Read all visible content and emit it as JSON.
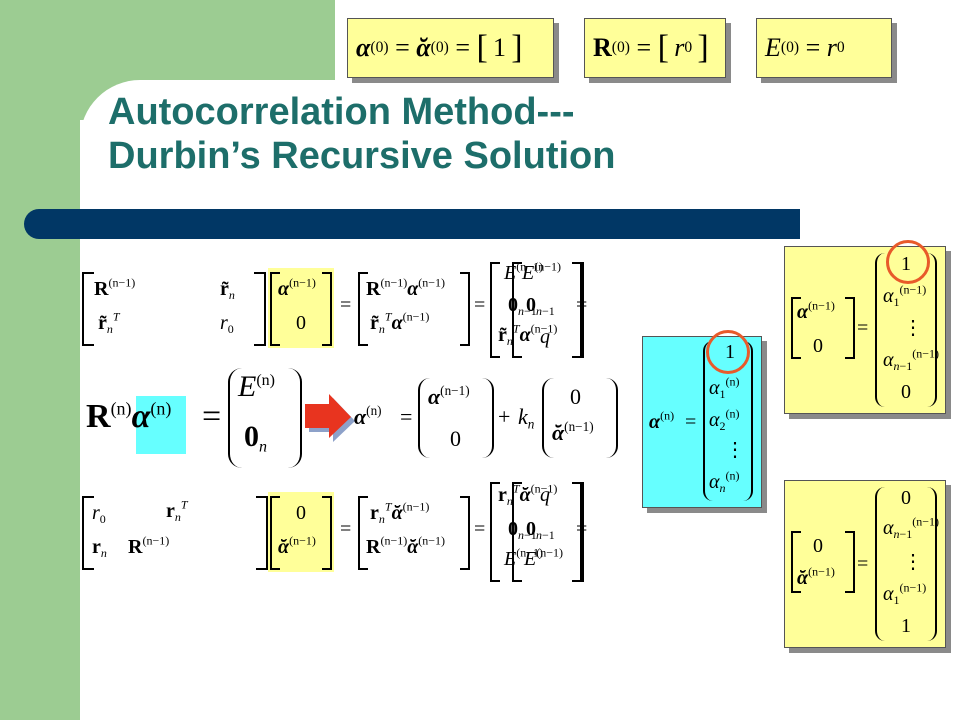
{
  "title": {
    "line1": "Autocorrelation Method---",
    "line2": "Durbin’s Recursive Solution"
  },
  "init": {
    "eq1": "α(0) = ᾰ(0) = [1]",
    "eq2": "R(0) = [r0]",
    "eq3": "E(0) = r0"
  },
  "colors": {
    "sidebar": "#9ccc92",
    "title": "#1d6e6a",
    "rule": "#013765",
    "yellow_box": "#ffff99",
    "cyan_box": "#66ffff",
    "circle": "#e85a2a",
    "arrow": "#e8341f"
  },
  "icons": {
    "arrow": "right-arrow-icon"
  }
}
